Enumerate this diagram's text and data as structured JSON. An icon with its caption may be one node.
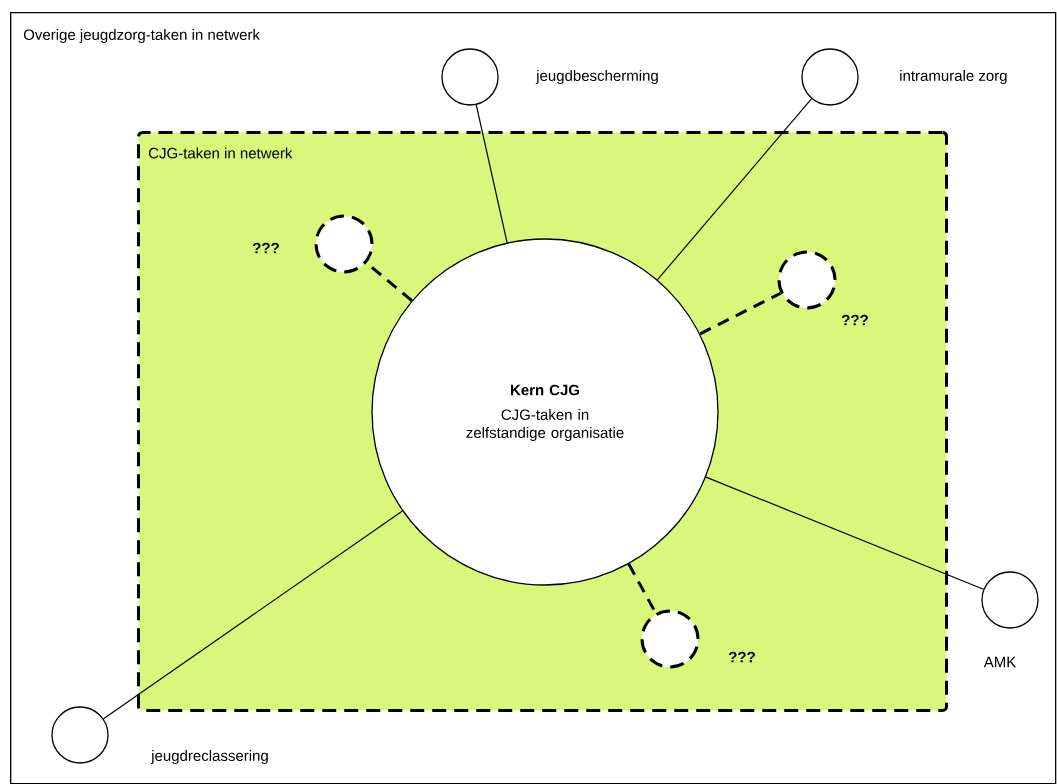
{
  "diagram": {
    "nodes": [
      {
        "text": [
          "Overige jeugdzorg-taken in netwerk"
        ]
      },
      {
        "text": [
          "CJG-taken in netwerk"
        ],
        "in": 0
      },
      {
        "text": [
          "Kern CJG",
          "CJG-taken in zelfstandige organisatie"
        ],
        "in": 1
      },
      {
        "text": [],
        "shape": "circle",
        "beside": [
          "jeugdbescherming"
        ],
        "in": 0
      },
      {
        "text": [],
        "shape": "circle",
        "beside": [
          "intramurale zorg"
        ],
        "in": 0
      },
      {
        "text": [],
        "shape": "circle",
        "beside": [
          "???"
        ],
        "in": 1
      },
      {
        "text": [],
        "shape": "circle",
        "beside": [
          "???"
        ],
        "in": 1
      },
      {
        "text": [],
        "shape": "circle",
        "beside": [
          "???"
        ],
        "in": 1
      },
      {
        "text": [],
        "shape": "circle",
        "beside": [
          "AMK"
        ],
        "in": 0
      },
      {
        "text": [],
        "shape": "circle",
        "beside": [
          "jeugdreclassering"
        ],
        "in": 0
      }
    ],
    "edges": [
      {
        "from": 2,
        "to": 3,
        "arrow": "none"
      },
      {
        "from": 2,
        "to": 4,
        "arrow": "none"
      },
      {
        "from": 2,
        "to": 5,
        "arrow": "none",
        "style": "dashed"
      },
      {
        "from": 2,
        "to": 6,
        "arrow": "none",
        "style": "dashed"
      },
      {
        "from": 2,
        "to": 7,
        "arrow": "none",
        "style": "dashed"
      },
      {
        "from": 2,
        "to": 8,
        "arrow": "none"
      },
      {
        "from": 2,
        "to": 9,
        "arrow": "none"
      }
    ]
  }
}
